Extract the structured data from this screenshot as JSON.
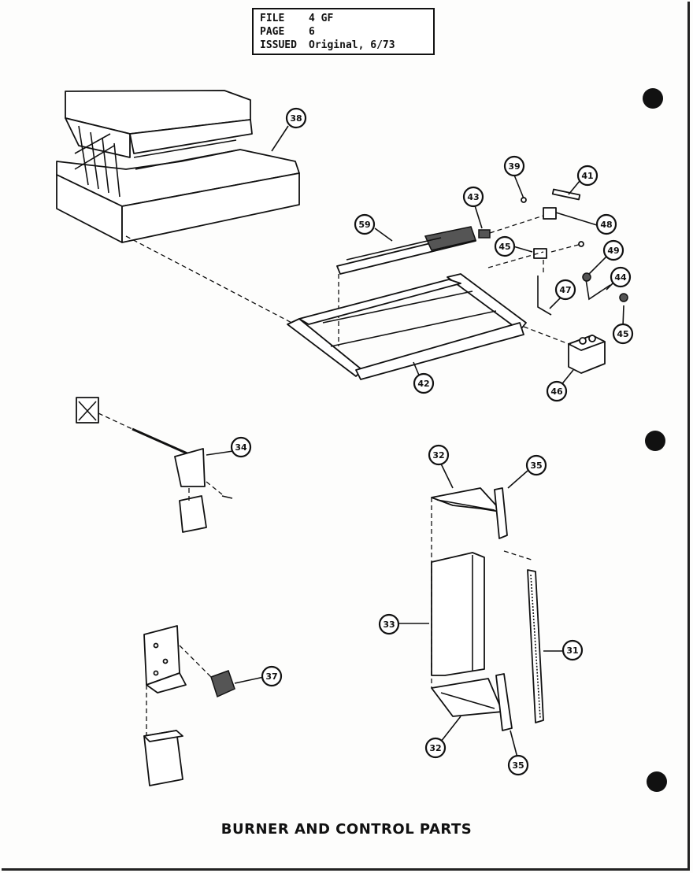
{
  "header": {
    "file_label": "FILE",
    "file_value": "4 GF",
    "page_label": "PAGE",
    "page_value": "6",
    "issued_label": "ISSUED",
    "issued_value": "Original, 6/73"
  },
  "title": "BURNER AND CONTROL PARTS",
  "callouts": [
    "38",
    "39",
    "41",
    "43",
    "48",
    "59",
    "45",
    "49",
    "44",
    "47",
    "45",
    "42",
    "46",
    "34",
    "32",
    "35",
    "33",
    "31",
    "37",
    "32",
    "35"
  ]
}
